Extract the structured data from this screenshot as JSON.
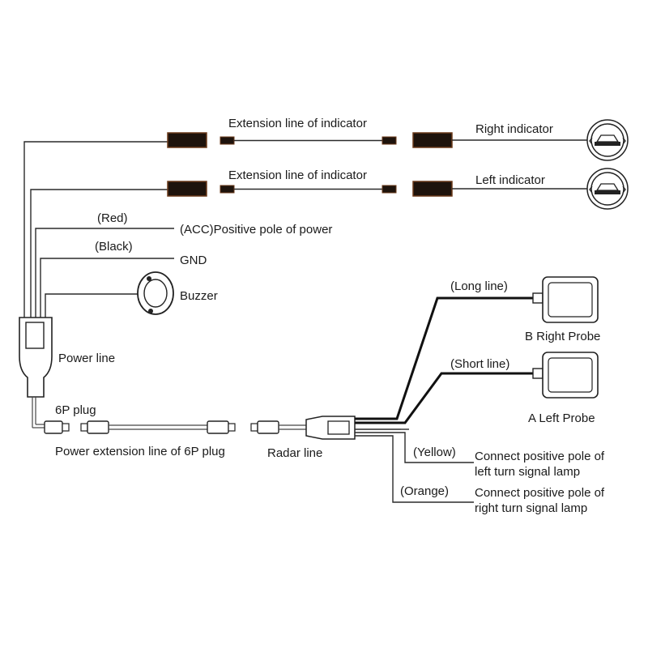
{
  "diagram": {
    "labels": {
      "extension_top": "Extension line of indicator",
      "extension_bottom": "Extension line of indicator",
      "right_indicator": "Right indicator",
      "left_indicator": "Left indicator",
      "red": "(Red)",
      "acc": "(ACC)Positive pole of power",
      "black": "(Black)",
      "gnd": "GND",
      "buzzer": "Buzzer",
      "power_line": "Power line",
      "plug_6p": "6P plug",
      "power_ext": "Power extension line of 6P plug",
      "radar_line": "Radar line",
      "long_line": "(Long line)",
      "b_right_probe": "B Right Probe",
      "short_line": "(Short line)",
      "a_left_probe": "A Left Probe",
      "yellow": "(Yellow)",
      "yellow_desc_1": "Connect positive pole of",
      "yellow_desc_2": "left turn signal lamp",
      "orange": "(Orange)",
      "orange_desc_1": "Connect positive pole of",
      "orange_desc_2": "right turn signal lamp"
    },
    "colors": {
      "connector_fill": "#1e130c",
      "connector_edge": "#6b3a1a",
      "line": "#222222"
    }
  }
}
